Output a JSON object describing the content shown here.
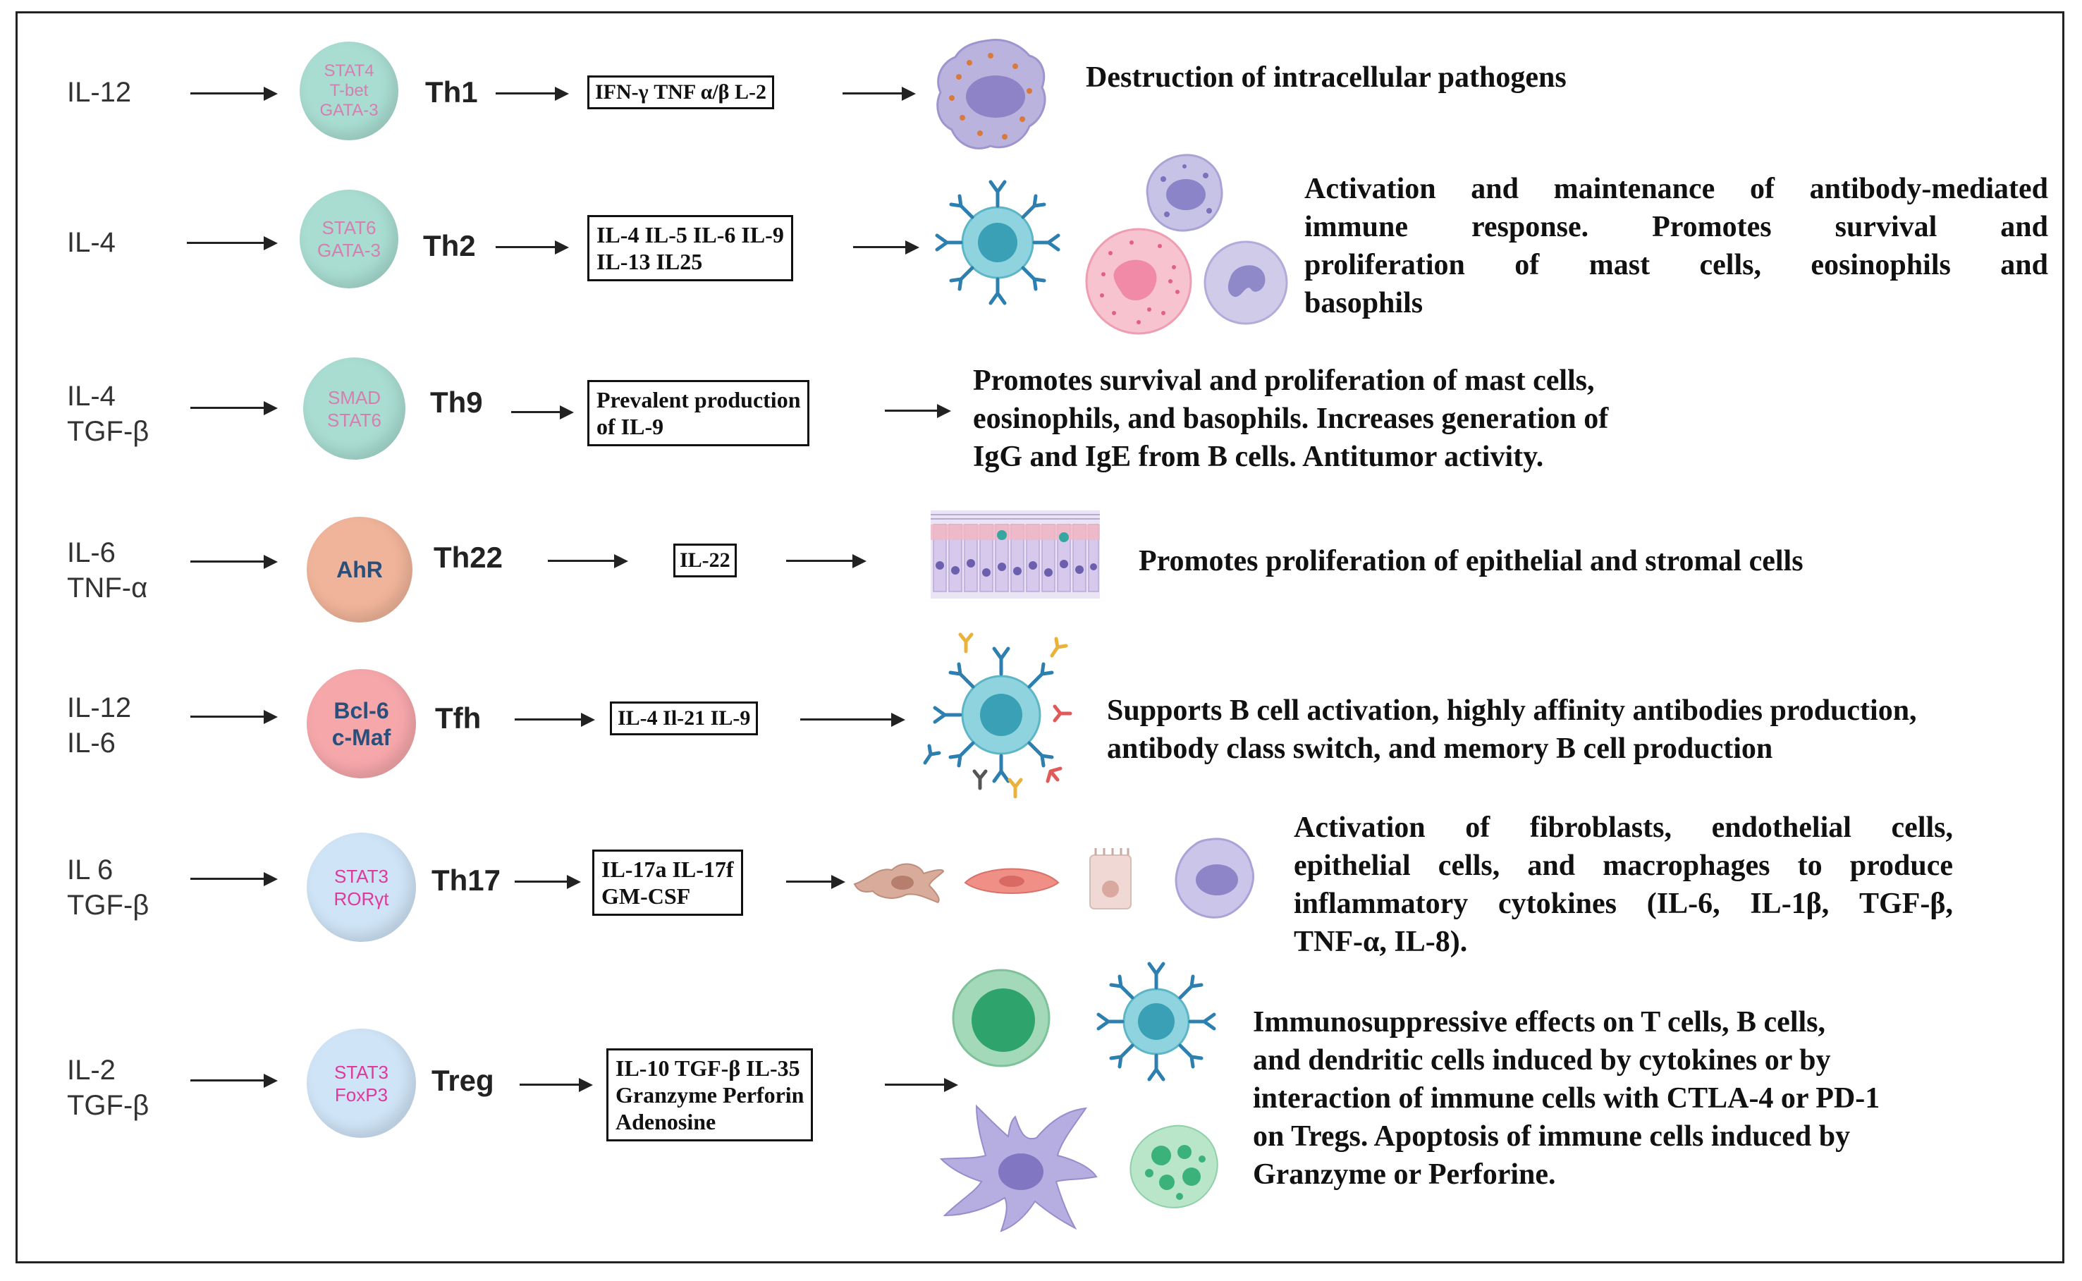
{
  "rows": [
    {
      "inputs": [
        "IL-12"
      ],
      "transcription_factors": [
        "STAT4",
        "T-bet",
        "GATA-3"
      ],
      "cell": "Th1",
      "cytokines": [
        "IFN-γ  TNF α/β  L-2"
      ],
      "description": [
        "Destruction of intracellular pathogens"
      ]
    },
    {
      "inputs": [
        "IL-4"
      ],
      "transcription_factors": [
        "STAT6",
        "GATA-3"
      ],
      "cell": "Th2",
      "cytokines": [
        "IL-4  IL-5  IL-6  IL-9",
        "IL-13  IL25"
      ],
      "description": [
        "Activation and maintenance of antibody-mediated",
        "immune response. Promotes survival and",
        "proliferation of mast cells, eosinophils and",
        "basophils"
      ]
    },
    {
      "inputs": [
        "IL-4",
        "TGF-β"
      ],
      "transcription_factors": [
        "SMAD",
        "STAT6"
      ],
      "cell": "Th9",
      "cytokines": [
        "Prevalent production",
        "of IL-9"
      ],
      "description": [
        "Promotes survival and proliferation of mast cells,",
        "eosinophils, and basophils. Increases generation of",
        "IgG and IgE from B cells. Antitumor activity."
      ]
    },
    {
      "inputs": [
        "IL-6",
        "TNF-α"
      ],
      "transcription_factors": [
        "AhR"
      ],
      "cell": "Th22",
      "cytokines": [
        "IL-22"
      ],
      "description": [
        "Promotes proliferation of epithelial and stromal cells"
      ]
    },
    {
      "inputs": [
        "IL-12",
        "IL-6"
      ],
      "transcription_factors": [
        "Bcl-6",
        "c-Maf"
      ],
      "cell": "Tfh",
      "cytokines": [
        "IL-4  Il-21  IL-9"
      ],
      "description": [
        "Supports B cell activation, highly affinity antibodies production,",
        "antibody class switch, and memory B cell production"
      ]
    },
    {
      "inputs": [
        "IL 6",
        "TGF-β"
      ],
      "transcription_factors": [
        "STAT3",
        "RORγt"
      ],
      "cell": "Th17",
      "cytokines": [
        "IL-17a  IL-17f",
        "GM-CSF"
      ],
      "description": [
        "Activation of fibroblasts, endothelial cells,",
        "epithelial cells, and macrophages to produce",
        "inflammatory cytokines (IL-6, IL-1β, TGF-β,",
        "TNF-α, IL-8)."
      ]
    },
    {
      "inputs": [
        "IL-2",
        "TGF-β"
      ],
      "transcription_factors": [
        "STAT3",
        "FoxP3"
      ],
      "cell": "Treg",
      "cytokines": [
        "IL-10  TGF-β  IL-35",
        "Granzyme  Perforin",
        "Adenosine"
      ],
      "description": [
        "Immunosuppressive effects on T cells, B cells,",
        "and dendritic cells induced by cytokines or by",
        "interaction of immune cells with CTLA-4 or PD-1",
        "on Tregs. Apoptosis of immune cells induced by",
        "Granzyme or Perforine."
      ]
    }
  ],
  "colors": {
    "teal_circle": "#a9ddd2",
    "teal_text": "#d47fb0",
    "salmon_circle": "#f0b49a",
    "pink_circle": "#f6a7aa",
    "blue_circle": "#cfe4f7",
    "magenta_text": "#e0399b",
    "navy_text": "#2a4f7a"
  },
  "icons": [
    "macrophage-icon",
    "b-cell-antibody-icon",
    "mast-cell-icon",
    "eosinophil-icon",
    "basophil-icon",
    "epithelium-icon",
    "fibroblast-icon",
    "endothelial-cell-icon",
    "epithelial-cell-icon",
    "dendritic-cell-icon",
    "apoptotic-cell-icon",
    "t-cell-icon"
  ]
}
